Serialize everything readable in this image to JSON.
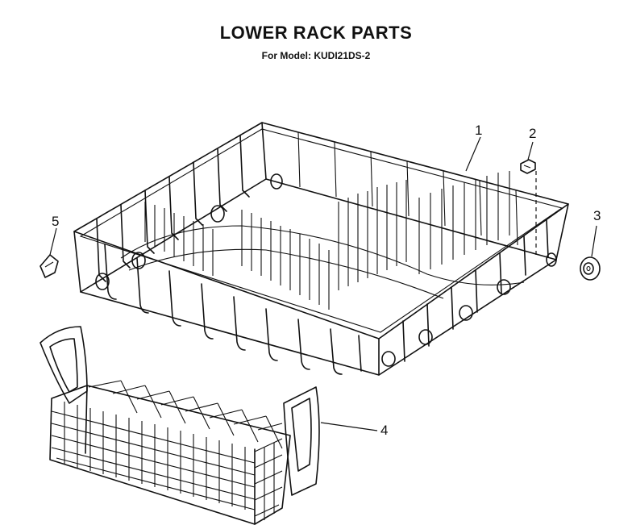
{
  "header": {
    "title": "LOWER RACK PARTS",
    "subtitle": "For Model: KUDI21DS-2"
  },
  "callouts": [
    {
      "number": "1",
      "part": "lower-rack"
    },
    {
      "number": "2",
      "part": "rack-bumper"
    },
    {
      "number": "3",
      "part": "rack-wheel"
    },
    {
      "number": "4",
      "part": "silverware-basket"
    },
    {
      "number": "5",
      "part": "rack-stop-clip"
    }
  ],
  "colors": {
    "ink": "#111111",
    "background": "#ffffff"
  }
}
